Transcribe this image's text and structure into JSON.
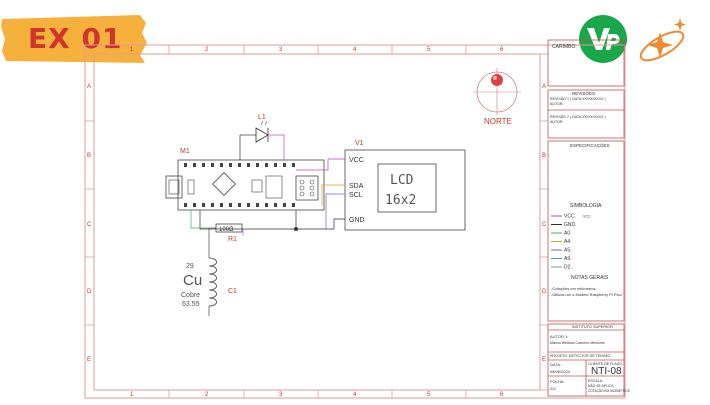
{
  "badge": {
    "text": "EX 01"
  },
  "frame": {
    "columns": [
      "1",
      "2",
      "3",
      "4",
      "5",
      "6"
    ],
    "rows": [
      "A",
      "B",
      "C",
      "D",
      "E"
    ]
  },
  "compass": {
    "label": "NORTE"
  },
  "components": {
    "m1": "M1",
    "l1": "L1",
    "v1": "V1",
    "r1_value": "100Ω",
    "r1": "R1",
    "c1": "C1",
    "coil_number": "29",
    "coil_symbol": "Cu",
    "coil_material": "Cobre",
    "coil_mass": "63.55",
    "lcd_line1": "LCD",
    "lcd_line2": "16x2",
    "lcd_pins": [
      "VCC",
      "SDA",
      "SCL",
      "GND"
    ]
  },
  "title_block": {
    "carimbo": "CARIMBO:",
    "revisoes": "REVISÕES:",
    "rev1": "REVISÃO 1 ( DATA:XX/XX/XXXX )",
    "rev1_autor": "AUTOR:",
    "rev2": "REVISÃO 2 ( DATA:XX/XX/XXXX )",
    "rev2_autor": "AUTOR:",
    "especificacoes": "ESPECIFICAÇÕES",
    "simbologia": "SIMBOLOGIA:",
    "legend": [
      {
        "label": "VCC.",
        "extra": "VCC.",
        "color": "#c040c0"
      },
      {
        "label": "GND.",
        "extra": "",
        "color": "#303030"
      },
      {
        "label": "A0.",
        "extra": "",
        "color": "#40b060"
      },
      {
        "label": "A4.",
        "extra": "",
        "color": "#e0a020"
      },
      {
        "label": "A5.",
        "extra": "",
        "color": "#8060c0"
      },
      {
        "label": "A9.",
        "extra": "",
        "color": "#40a0c0"
      },
      {
        "label": "D2.",
        "extra": "",
        "color": "#909090"
      }
    ],
    "notas_gerais": "NOTAS GERAIS",
    "nota1": "-Cotações em milímetros.",
    "nota2": "-Utilizou-se o Modelo Raspberry Pi Pico",
    "instituto": "INSTITUTO SUPERIOR",
    "autor_label": "AUTOR 1:",
    "autor_nome": "Marcio Welidus Carneiro Menezes",
    "projeto": "PROJETO: DETECTOR DE TENSÃO",
    "data_label": "DATA:",
    "data_valor": "08/06/2024",
    "folha_label": "FOLHA:",
    "folha_valor": "2/3",
    "cliente_label": "CLIENTE DE FLASO:",
    "codigo": "NTI-08",
    "escala_label": "ESCALA:",
    "escala_valor": "NÃO SE APLICA",
    "cotacao": "COTAÇÃO EM MILÍMETROS"
  }
}
